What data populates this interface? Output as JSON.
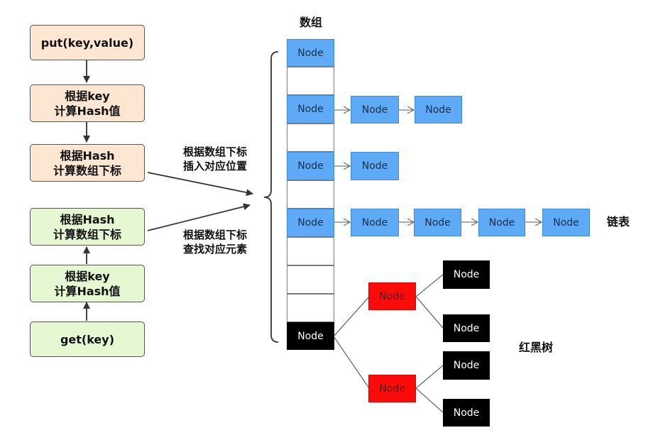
{
  "put_flow": {
    "steps": [
      "put(key,value)",
      "根据key\n计算Hash值",
      "根据Hash\n计算数组下标"
    ],
    "arrow_label": "根据数组下标\n插入对应位置"
  },
  "get_flow": {
    "steps": [
      "根据Hash\n计算数组下标",
      "根据key\n计算Hash值",
      "get(key)"
    ],
    "arrow_label": "根据数组下标\n查找对应元素"
  },
  "array": {
    "title": "数组",
    "node_label": "Node",
    "slots": [
      "Node",
      "",
      "Node",
      "",
      "Node",
      "",
      "Node",
      "",
      "",
      "",
      "Node"
    ]
  },
  "linked_list": {
    "label": "链表",
    "chain_row2": [
      "Node",
      "Node"
    ],
    "chain_row4": [
      "Node"
    ],
    "chain_row6": [
      "Node",
      "Node",
      "Node",
      "Node"
    ]
  },
  "red_black_tree": {
    "label": "红黑树",
    "red_nodes": [
      "Node",
      "Node"
    ],
    "black_leaves": [
      "Node",
      "Node",
      "Node",
      "Node"
    ]
  },
  "colors": {
    "put_fill": "#fde7d3",
    "get_fill": "#e6f8d2",
    "list_node": "#5eaaf7",
    "tree_red": "#ff0a0a",
    "tree_black": "#000000"
  }
}
